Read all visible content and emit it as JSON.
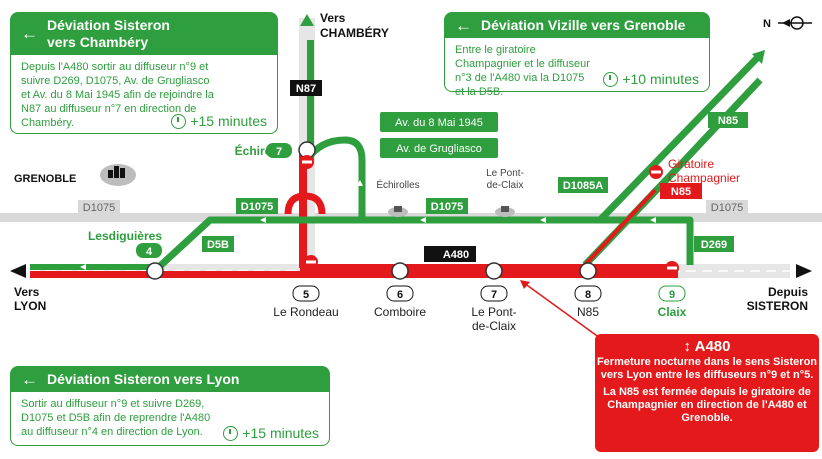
{
  "colors": {
    "green": "#2e9e3e",
    "red": "#e3191b",
    "road_gray": "#d9d9d9",
    "black": "#111111"
  },
  "panel_chambery": {
    "title_line1": "Déviation Sisteron",
    "title_line2": "vers Chambéry",
    "text": "Depuis l'A480 sortir au diffuseur n°9 et suivre D269, D1075, Av. de Grugliasco et Av. du 8 Mai 1945 afin de rejoindre la N87 au diffuseur n°7 en direction de Chambéry.",
    "time": "+15 minutes"
  },
  "panel_vizille": {
    "title": "Déviation Vizille vers Grenoble",
    "text": "Entre le giratoire Champagnier et le diffuseur n°3 de l'A480 via la D1075 et la D5B.",
    "time": "+10 minutes"
  },
  "panel_lyon": {
    "title": "Déviation Sisteron vers Lyon",
    "text": "Sortir au diffuseur n°9 et suivre D269, D1075 et D5B afin de reprendre l'A480 au diffuseur n°4 en direction de Lyon.",
    "time": "+15 minutes"
  },
  "closure": {
    "title": "A480",
    "line1": "Fermeture nocturne dans le sens Sisteron vers Lyon entre les diffuseurs n°9 et n°5.",
    "line2": "La N85 est fermée depuis le giratoire de Champagnier en direction de l'A480 et Grenoble."
  },
  "map": {
    "vers": "Vers",
    "chambery": "CHAMBÉRY",
    "lyon": "LYON",
    "depuis": "Depuis",
    "sisteron": "SISTERON",
    "grenoble": "GRENOBLE",
    "north": "N",
    "n87": "N87",
    "n85_top": "N85",
    "n85_red": "N85",
    "a480": "A480",
    "d1075_left": "D1075",
    "d1075_mid": "D1075",
    "d1075_gray_left": "D1075",
    "d1075_gray_right": "D1075",
    "d1085a": "D1085A",
    "d5b": "D5B",
    "d269": "D269",
    "av8mai": "Av. du 8 Mai 1945",
    "avgrug": "Av. de Grugliasco",
    "echirolles_bold": "Échirolles",
    "echirolles_small": "Échirolles",
    "pontclaix_small_1": "Le Pont-",
    "pontclaix_small_2": "de-Claix",
    "lesdiguieres": "Lesdiguières",
    "giratoire_1": "Giratoire",
    "giratoire_2": "Champagnier",
    "exit_badges": [
      "7",
      "4",
      "5",
      "6",
      "7",
      "8",
      "9"
    ],
    "exits": [
      "Le Rondeau",
      "Comboire",
      "Le Pont-",
      "de-Claix",
      "N85",
      "Claix"
    ]
  }
}
